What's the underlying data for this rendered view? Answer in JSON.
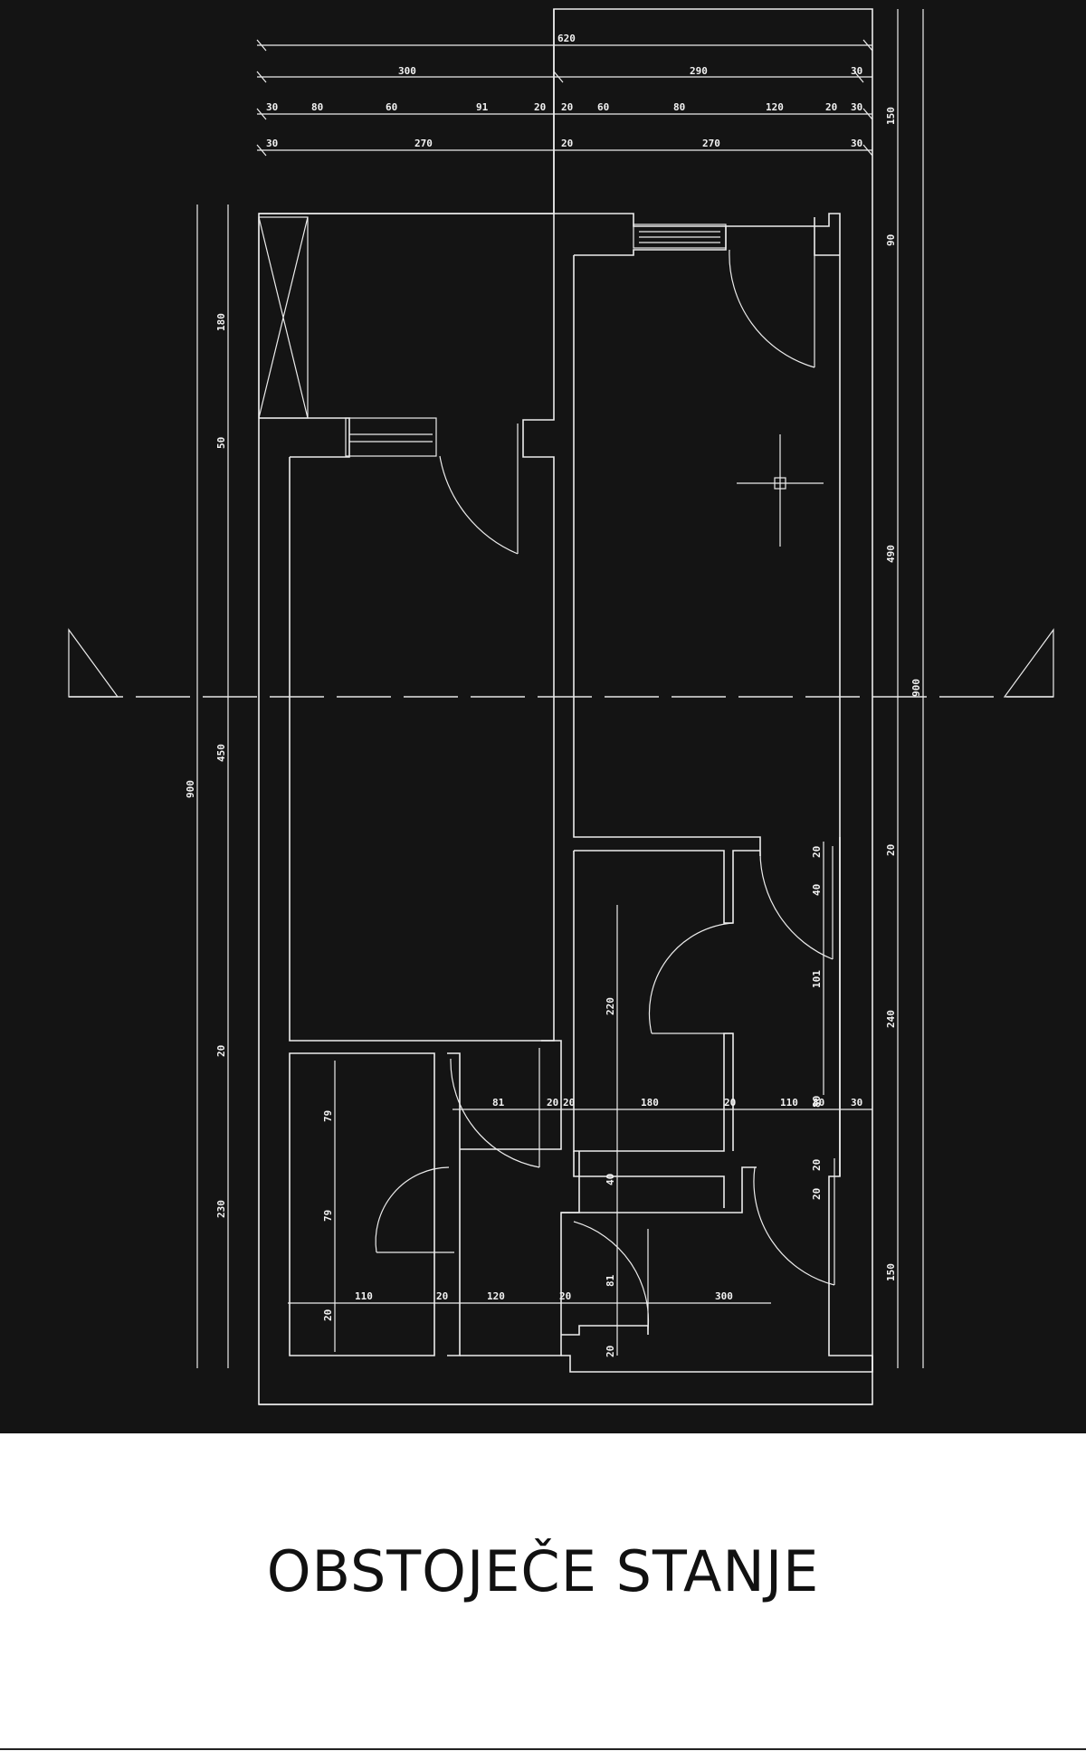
{
  "caption": "OBSTOJEČE STANJE",
  "colors": {
    "background": "#141414",
    "lines": "#ececec",
    "caption_text": "#111111"
  },
  "dimensions": {
    "top_overall": "620",
    "top_row2": [
      "300",
      "290",
      "30"
    ],
    "top_row3": [
      "30",
      "80",
      "60",
      "91",
      "20",
      "20",
      "60",
      "80",
      "120",
      "20",
      "30"
    ],
    "top_row4": [
      "30",
      "270",
      "20",
      "270",
      "30"
    ],
    "right_outer": [
      "150",
      "90",
      "490",
      "20",
      "240",
      "150"
    ],
    "right_total": "900",
    "left_outer": [
      "180",
      "50",
      "450",
      "20",
      "230"
    ],
    "left_total": "900",
    "interior_row": [
      "81",
      "20",
      "20",
      "180",
      "20",
      "110",
      "80",
      "30"
    ],
    "interior_vertical": [
      "20",
      "40",
      "80",
      "101",
      "220",
      "40",
      "81",
      "20",
      "20",
      "20"
    ],
    "bath": [
      "79",
      "79",
      "20",
      "120",
      "20",
      "110",
      "20",
      "300"
    ]
  }
}
